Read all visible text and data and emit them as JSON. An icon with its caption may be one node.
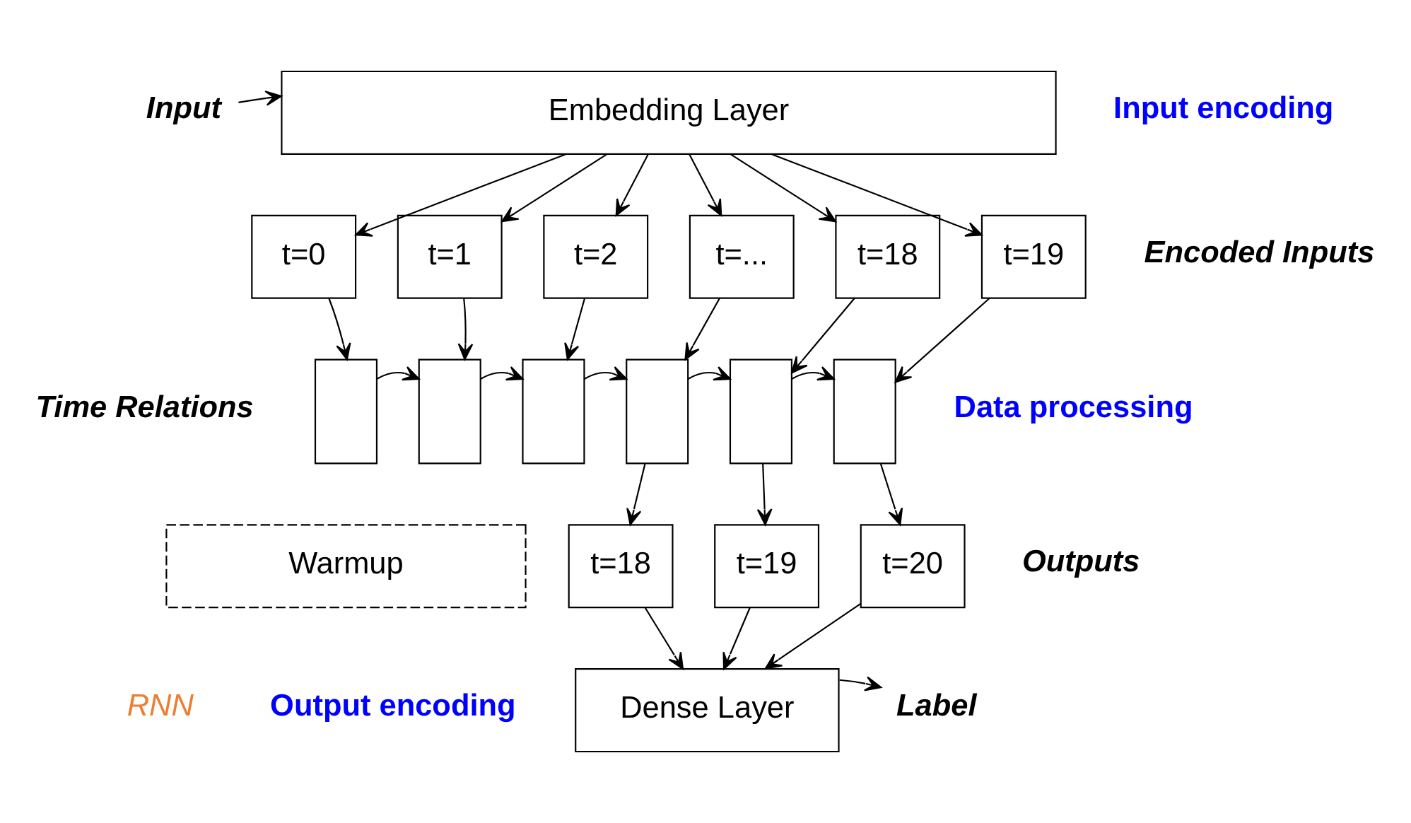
{
  "diagram": {
    "nodes": [
      {
        "text": [
          "Input"
        ]
      },
      {
        "text": [
          "Embedding Layer"
        ]
      },
      {
        "text": [
          "t=0"
        ]
      },
      {
        "text": [
          "t=1"
        ]
      },
      {
        "text": [
          "t=2"
        ]
      },
      {
        "text": [
          "t=..."
        ]
      },
      {
        "text": [
          "t=18"
        ]
      },
      {
        "text": [
          "t=19"
        ]
      },
      {
        "text": [],
        "shape": "box"
      },
      {
        "text": [],
        "shape": "box"
      },
      {
        "text": [],
        "shape": "box"
      },
      {
        "text": [],
        "shape": "box"
      },
      {
        "text": [],
        "shape": "box"
      },
      {
        "text": [],
        "shape": "box"
      },
      {
        "text": [
          "Warmup"
        ]
      },
      {
        "text": [
          "t=18"
        ]
      },
      {
        "text": [
          "t=19"
        ]
      },
      {
        "text": [
          "t=20"
        ]
      },
      {
        "text": [
          "Dense Layer"
        ]
      },
      {
        "text": [
          "Label"
        ]
      }
    ],
    "edges": [
      {
        "from": 0,
        "to": 1,
        "arrow": "to"
      },
      {
        "from": 1,
        "to": 2,
        "arrow": "to"
      },
      {
        "from": 1,
        "to": 3,
        "arrow": "to"
      },
      {
        "from": 1,
        "to": 4,
        "arrow": "to"
      },
      {
        "from": 1,
        "to": 5,
        "arrow": "to"
      },
      {
        "from": 1,
        "to": 6,
        "arrow": "to"
      },
      {
        "from": 1,
        "to": 7,
        "arrow": "to"
      },
      {
        "from": 2,
        "to": 8,
        "arrow": "to"
      },
      {
        "from": 3,
        "to": 9,
        "arrow": "to"
      },
      {
        "from": 4,
        "to": 10,
        "arrow": "to"
      },
      {
        "from": 5,
        "to": 11,
        "arrow": "to"
      },
      {
        "from": 6,
        "to": 12,
        "arrow": "to"
      },
      {
        "from": 7,
        "to": 13,
        "arrow": "to"
      },
      {
        "from": 8,
        "to": 9,
        "arrow": "to"
      },
      {
        "from": 9,
        "to": 10,
        "arrow": "to"
      },
      {
        "from": 10,
        "to": 11,
        "arrow": "to"
      },
      {
        "from": 11,
        "to": 12,
        "arrow": "to"
      },
      {
        "from": 12,
        "to": 13,
        "arrow": "to"
      },
      {
        "from": 11,
        "to": 15,
        "arrow": "to"
      },
      {
        "from": 12,
        "to": 16,
        "arrow": "to"
      },
      {
        "from": 13,
        "to": 17,
        "arrow": "to"
      },
      {
        "from": 15,
        "to": 18,
        "arrow": "to"
      },
      {
        "from": 16,
        "to": 18,
        "arrow": "to"
      },
      {
        "from": 17,
        "to": 18,
        "arrow": "to"
      },
      {
        "from": 18,
        "to": 19,
        "arrow": "to"
      }
    ],
    "labels": [
      "Input encoding",
      "Encoded Inputs",
      "Time Relations",
      "Data processing",
      "Outputs",
      "RNN",
      "Output encoding"
    ]
  }
}
